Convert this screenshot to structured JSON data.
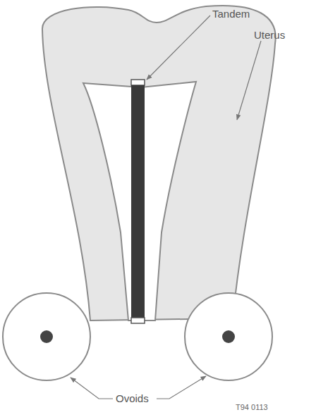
{
  "diagram": {
    "labels": [
      "Tandem",
      "Uterus",
      "Ovoids",
      "T94 0113"
    ]
  }
}
